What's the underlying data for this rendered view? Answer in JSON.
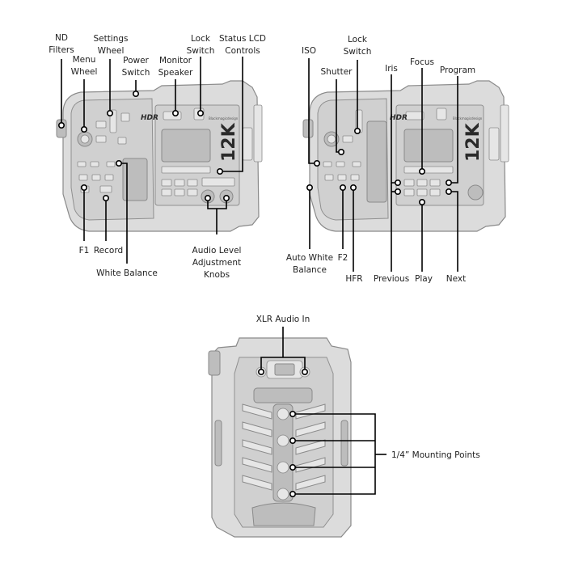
{
  "camera_left": {
    "model_badge": "12K",
    "hdr_badge": "HDR",
    "brand_text": "Blackmagicdesign",
    "labels": {
      "nd_filters": [
        "ND",
        "Filters"
      ],
      "menu_wheel": [
        "Menu",
        "Wheel"
      ],
      "settings_wheel": [
        "Settings",
        "Wheel"
      ],
      "power_switch": [
        "Power",
        "Switch"
      ],
      "monitor_speaker": [
        "Monitor",
        "Speaker"
      ],
      "lock_switch": [
        "Lock",
        "Switch"
      ],
      "status_lcd_controls": [
        "Status LCD",
        "Controls"
      ],
      "f1": "F1",
      "record": "Record",
      "white_balance": "White Balance",
      "audio_level_knobs": [
        "Audio Level",
        "Adjustment",
        "Knobs"
      ]
    }
  },
  "camera_right": {
    "model_badge": "12K",
    "hdr_badge": "HDR",
    "brand_text": "Blackmagicdesign",
    "labels": {
      "iso": "ISO",
      "shutter": "Shutter",
      "lock_switch": [
        "Lock",
        "Switch"
      ],
      "iris": "Iris",
      "focus": "Focus",
      "program": "Program",
      "auto_white_balance": [
        "Auto White",
        "Balance"
      ],
      "f2": "F2",
      "hfr": "HFR",
      "previous": "Previous",
      "play": "Play",
      "next": "Next"
    }
  },
  "camera_bottom": {
    "labels": {
      "xlr_audio_in": "XLR Audio In",
      "mounting_points": "1/4” Mounting Points"
    }
  }
}
